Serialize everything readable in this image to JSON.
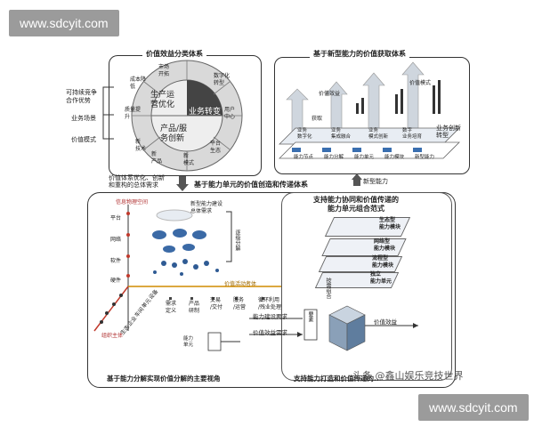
{
  "watermark": {
    "top": "www.sdcyit.com",
    "bottom": "www.sdcyit.com"
  },
  "top_left": {
    "title": "价值效益分类体系",
    "left_labels": [
      "可持续竞争\n合作优势",
      "业务场景",
      "价值模式"
    ],
    "center_top": "生产运\n营优化",
    "center_right": "业务转变",
    "center_bottom": "产品/服\n务创新",
    "ring_labels": [
      "市场\n开拓",
      "成本降\n低",
      "质量提\n升",
      "数字化\n转型",
      "用户\n中心",
      "平台\n生态",
      "新\n技术",
      "新\n产品",
      "新\n模式"
    ],
    "foot": "价值体系优化、创新\n和重构的总体需求"
  },
  "top_right": {
    "title": "基于新型能力的价值获取体系",
    "stages": [
      "价值效益",
      "价值模式",
      "获取"
    ],
    "layer_labels": [
      "业务\n数字化",
      "业务\n集成融合",
      "业务\n模式创新",
      "数字\n业务培育"
    ],
    "bottom_labels": [
      "能力节点",
      "能力分解",
      "能力单元",
      "能力模块",
      "新型能力"
    ],
    "right_label": "业务创新\n转型",
    "foot": "新型能力"
  },
  "middle_banner": "基于能力单元的价值创造和传递体系",
  "bottom_left": {
    "axis_y_title": "信息物理空间",
    "y_labels": [
      "平台",
      "网络",
      "软件",
      "硬件"
    ],
    "cloud_label": "新型能力建设\n总体需求",
    "right_label": "逐级分解",
    "axis_x_title": "价值活动者体",
    "x_labels": [
      "需求\n定义",
      "产品\n研制",
      "交易\n/交付",
      "服务\n/运营",
      "循环利用\n/残业处理"
    ],
    "diag_labels": [
      "设备",
      "单元",
      "车间",
      "企业",
      "生态"
    ],
    "bottom_axis": "组织主体",
    "foot": "基于能力分解实现价值分解的主要视角"
  },
  "bottom_right": {
    "title": "支持能力协同和价值传递的\n能力单元组合范式",
    "layers": [
      "生态型\n能力模块",
      "网络型\n能力模块",
      "流程型\n能力模块",
      "独立\n能力单元"
    ],
    "side_label": "按需组合",
    "flow": [
      "能力建设要求",
      "价值效益需求",
      "价值效益"
    ],
    "factors": "要素",
    "unit": "能力\n单元",
    "foot": "支持能力打造和价值传递的...",
    "source": "头条 @鑫山娱乐竞技世界"
  }
}
